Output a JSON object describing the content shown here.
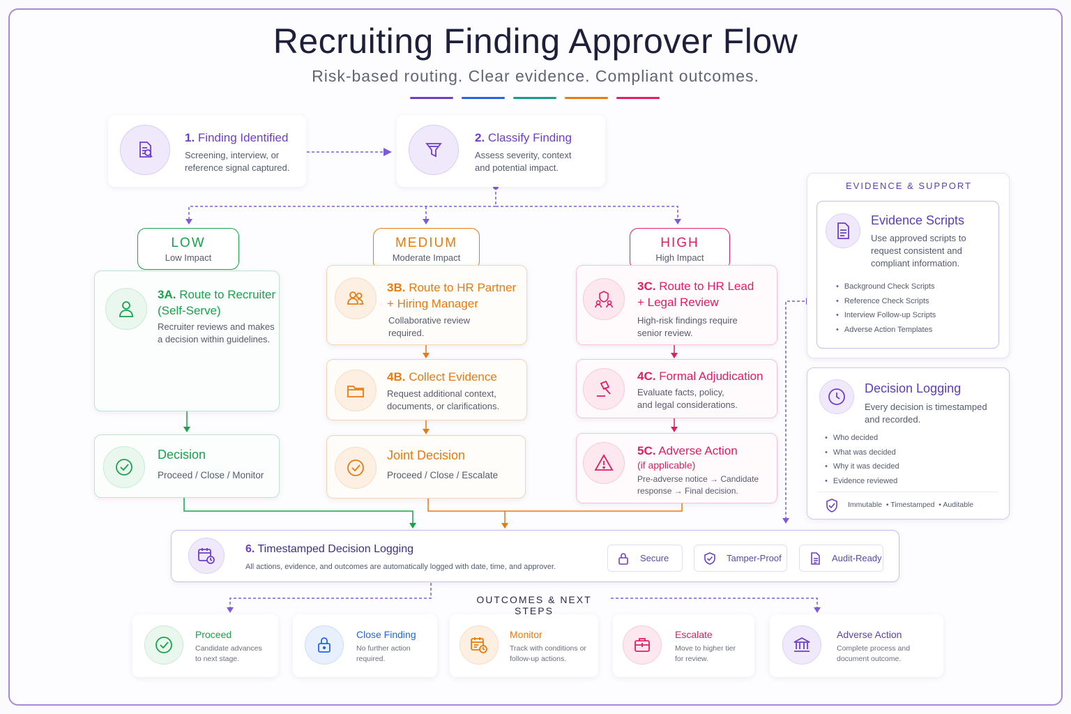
{
  "header": {
    "title": "Recruiting Finding Approver Flow",
    "subtitle": "Risk-based routing. Clear evidence. Compliant outcomes."
  },
  "steps": {
    "s1": {
      "num": "1.",
      "title": "Finding Identified",
      "desc1": "Screening, interview, or",
      "desc2": "reference signal captured."
    },
    "s2": {
      "num": "2.",
      "title": "Classify Finding",
      "desc1": "Assess severity, context",
      "desc2": "and potential impact."
    }
  },
  "tiers": {
    "low": {
      "name": "LOW",
      "sub": "Low Impact"
    },
    "medium": {
      "name": "MEDIUM",
      "sub": "Moderate Impact"
    },
    "high": {
      "name": "HIGH",
      "sub": "High Impact"
    }
  },
  "low_lane": {
    "route": {
      "num": "3A.",
      "title1": "Route to Recruiter",
      "title2": "(Self-Serve)",
      "desc1": "Recruiter reviews and makes",
      "desc2": "a decision within guidelines."
    },
    "decision": {
      "title": "Decision",
      "desc": "Proceed / Close / Monitor"
    }
  },
  "medium_lane": {
    "route": {
      "num": "3B.",
      "title1": "Route to HR Partner",
      "title2": "+ Hiring Manager",
      "desc1": "Collaborative review",
      "desc2": "required."
    },
    "collect": {
      "num": "4B.",
      "title": "Collect Evidence",
      "desc1": "Request additional context,",
      "desc2": "documents, or clarifications."
    },
    "decision": {
      "title": "Joint Decision",
      "desc": "Proceed / Close / Escalate"
    }
  },
  "high_lane": {
    "route": {
      "num": "3C.",
      "title1": "Route to HR Lead",
      "title2": "+ Legal Review",
      "desc1": "High-risk findings require",
      "desc2": "senior review."
    },
    "adjudication": {
      "num": "4C.",
      "title": "Formal Adjudication",
      "desc1": "Evaluate facts, policy,",
      "desc2": "and legal considerations."
    },
    "adverse": {
      "num": "5C.",
      "title": "Adverse Action",
      "sub": "(if applicable)",
      "desc1": "Pre-adverse notice → Candidate",
      "desc2": "response → Final decision."
    }
  },
  "evidence_support": {
    "heading": "EVIDENCE & SUPPORT",
    "scripts": {
      "title": "Evidence Scripts",
      "desc1": "Use approved scripts to",
      "desc2": "request consistent and",
      "desc3": "compliant information.",
      "items": [
        "Background Check Scripts",
        "Reference Check Scripts",
        "Interview Follow-up Scripts",
        "Adverse Action Templates"
      ]
    },
    "logging": {
      "title": "Decision Logging",
      "desc1": "Every decision is timestamped",
      "desc2": "and recorded.",
      "items": [
        "Who decided",
        "What was decided",
        "Why it was decided",
        "Evidence reviewed"
      ],
      "footer": "Immutable  • Timestamped  • Auditable"
    }
  },
  "timestamp_log": {
    "num": "6.",
    "title": "Timestamped Decision Logging",
    "desc": "All actions, evidence, and outcomes are automatically logged with date, time, and approver.",
    "badges": [
      "Secure",
      "Tamper-Proof",
      "Audit-Ready"
    ]
  },
  "outcomes": {
    "heading": "OUTCOMES & NEXT STEPS",
    "items": [
      {
        "title": "Proceed",
        "desc1": "Candidate advances",
        "desc2": "to next stage.",
        "color": "#16a34a"
      },
      {
        "title": "Close Finding",
        "desc1": "No further action",
        "desc2": "required.",
        "color": "#2563eb"
      },
      {
        "title": "Monitor",
        "desc1": "Track with conditions or",
        "desc2": "follow-up actions.",
        "color": "#ea7a0c"
      },
      {
        "title": "Escalate",
        "desc1": "Move to higher tier",
        "desc2": "for review.",
        "color": "#e11d63"
      },
      {
        "title": "Adverse Action",
        "desc1": "Complete process and",
        "desc2": "document outcome.",
        "color": "#6d3fc8"
      }
    ]
  },
  "colors": {
    "purple": "#6d3fc8",
    "blue": "#2563eb",
    "green": "#16a34a",
    "orange": "#ea7a0c",
    "red": "#e11d63"
  }
}
